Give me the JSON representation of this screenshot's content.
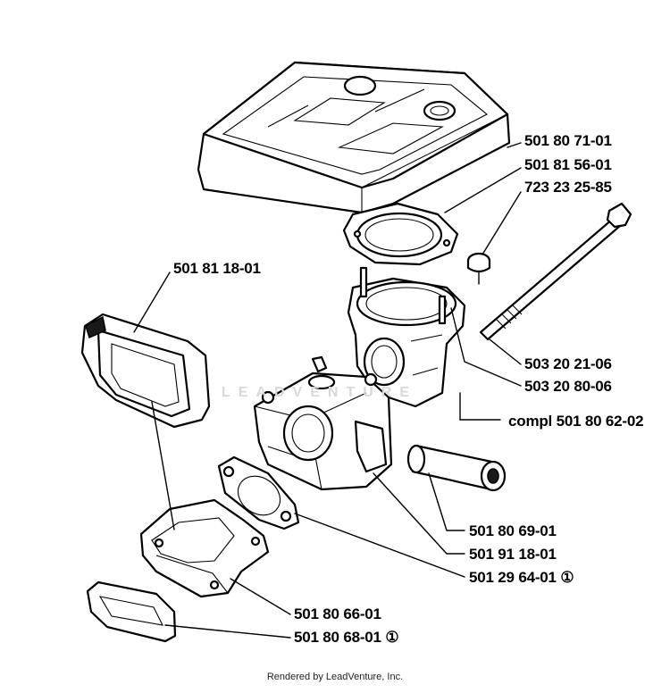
{
  "parts": [
    {
      "id": "air-filter-cover",
      "part_number": "501 80 71-01"
    },
    {
      "id": "gasket-top",
      "part_number": "501 81 56-01"
    },
    {
      "id": "screw",
      "part_number": "723 23 25-85"
    },
    {
      "id": "intake-boot",
      "part_number": "501 81 18-01"
    },
    {
      "id": "long-bolt",
      "part_number": "503 20 21-06"
    },
    {
      "id": "adapter",
      "part_number": "503 20 80-06"
    },
    {
      "id": "carburetor-complete",
      "part_number": "compl 501 80 62-02"
    },
    {
      "id": "sleeve",
      "part_number": "501 80 69-01"
    },
    {
      "id": "carburetor",
      "part_number": "501 91 18-01"
    },
    {
      "id": "gasket-middle",
      "part_number": "501 29 64-01 ①"
    },
    {
      "id": "intake-manifold",
      "part_number": "501 80 66-01"
    },
    {
      "id": "gasket-bottom",
      "part_number": "501 80 68-01 ①"
    }
  ],
  "watermark": "LEADVENTURE",
  "footer": "Rendered by LeadVenture, Inc."
}
